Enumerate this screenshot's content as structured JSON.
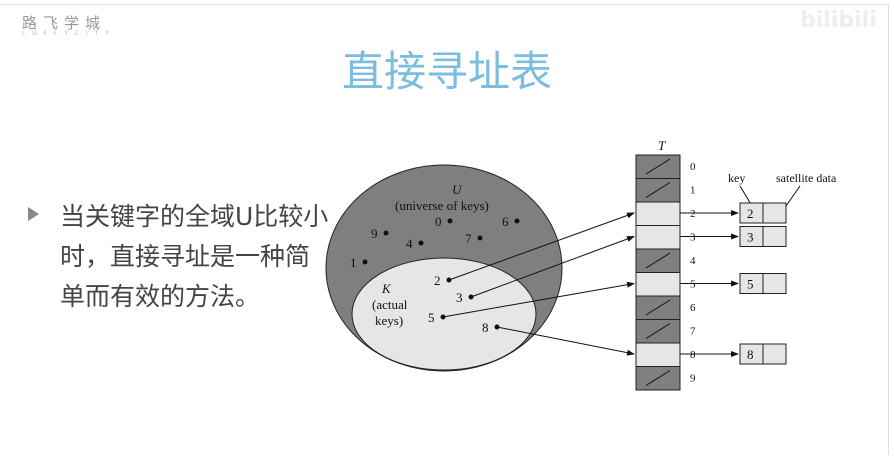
{
  "header": {
    "logo": "路飞学城",
    "logo_sub": "LUFFYCITY",
    "watermark": "bilibili"
  },
  "slide": {
    "title": "直接寻址表",
    "bullet_text": "当关键字的全域U比较小时，直接寻址是一种简单而有效的方法。"
  },
  "diagram": {
    "table_label": "T",
    "universe_label": "U",
    "universe_sub": "(universe of keys)",
    "actual_label": "K",
    "actual_sub1": "(actual",
    "actual_sub2": "keys)",
    "outer_keys": [
      "0",
      "6",
      "9",
      "4",
      "7",
      "1"
    ],
    "inner_keys": [
      "2",
      "3",
      "5",
      "8"
    ],
    "slots": [
      "0",
      "1",
      "2",
      "3",
      "4",
      "5",
      "6",
      "7",
      "8",
      "9"
    ],
    "key_header": "key",
    "satellite_header": "satellite data",
    "records": [
      "2",
      "3",
      "5",
      "8"
    ]
  }
}
